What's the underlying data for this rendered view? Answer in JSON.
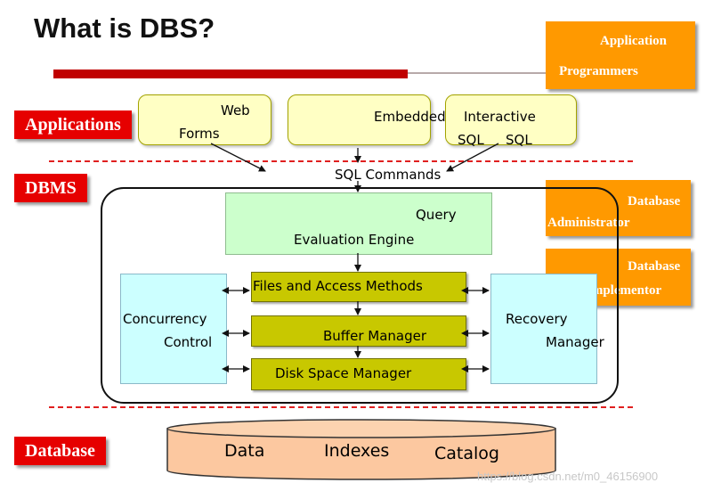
{
  "title": "What is DBS?",
  "tags": {
    "applications": "Applications",
    "dbms": "DBMS",
    "database": "Database"
  },
  "roles": {
    "app_programmers": {
      "line1": "Application",
      "line2": "Programmers"
    },
    "db_admin": {
      "line1": "Database",
      "line2": "Administrator"
    },
    "db_implementor": {
      "line1": "Database",
      "line2": "Implementor"
    }
  },
  "app_boxes": {
    "web_forms": {
      "line1": "Web",
      "line2": "Forms"
    },
    "embedded": {
      "line1": "Embedded"
    },
    "interactive": {
      "line1": "Interactive",
      "line2a": "SQL",
      "line2b": "SQL"
    }
  },
  "sql_commands": "SQL Commands",
  "query_engine": {
    "line1": "Query",
    "line2": "Evaluation Engine"
  },
  "concurrency": {
    "line1": "Concurrency",
    "line2": "Control"
  },
  "recovery": {
    "line1": "Recovery",
    "line2": "Manager"
  },
  "layers": {
    "files": "Files and Access Methods",
    "buffer": "Buffer Manager",
    "disk": "Disk Space Manager"
  },
  "database_items": {
    "data": "Data",
    "indexes": "Indexes",
    "catalog": "Catalog"
  },
  "watermark": "https://blog.csdn.net/m0_46156900",
  "colors": {
    "accent_red": "#e60000",
    "orange": "#ff9900",
    "yellow_box": "#ffffc4",
    "green_box": "#ccffcc",
    "cyan_box": "#ccffff",
    "olive_box": "#c8c800",
    "db_cylinder": "#fcc8a0"
  }
}
